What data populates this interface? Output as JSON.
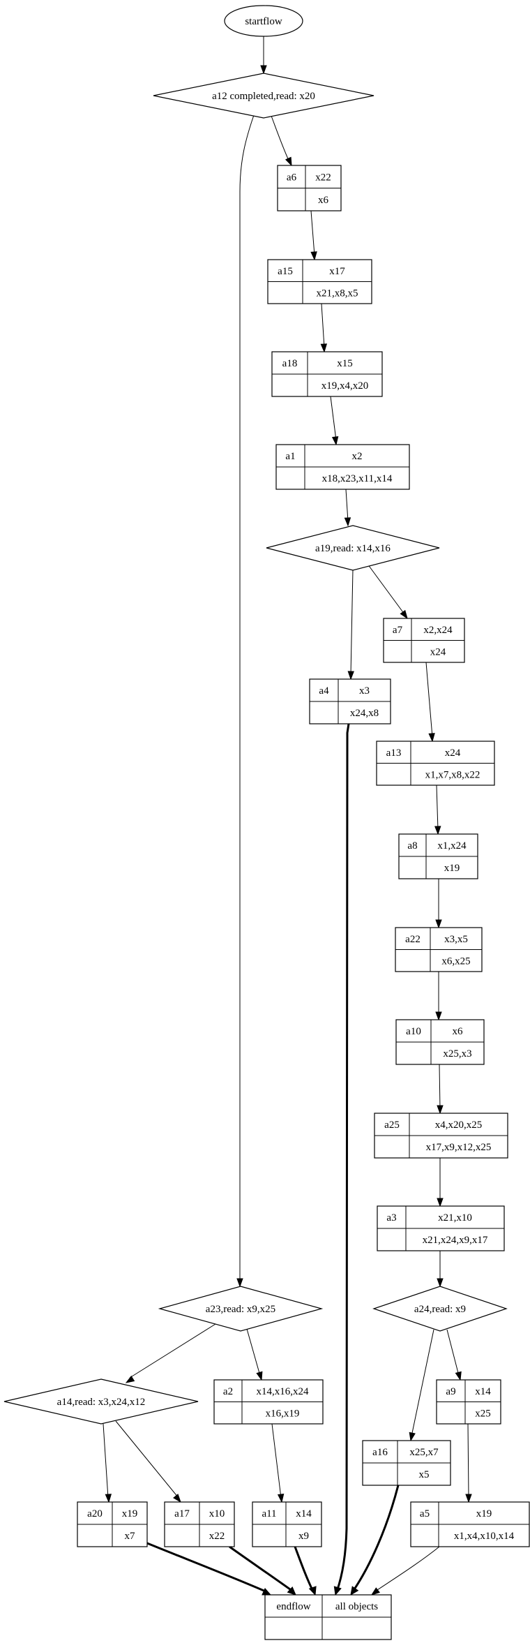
{
  "diagram": {
    "type": "flowchart",
    "start": {
      "id": "startflow",
      "label": "startflow"
    },
    "decisions": [
      {
        "id": "d_a12",
        "label": "a12 completed,read: x20"
      },
      {
        "id": "d_a19",
        "label": "a19,read: x14,x16"
      },
      {
        "id": "d_a24",
        "label": "a24,read: x9"
      },
      {
        "id": "d_a23",
        "label": "a23,read: x9,x25"
      },
      {
        "id": "d_a14",
        "label": "a14,read: x3,x24,x12"
      }
    ],
    "records": [
      {
        "id": "a6",
        "name": "a6",
        "top": "x22",
        "bottom": "x6"
      },
      {
        "id": "a15",
        "name": "a15",
        "top": "x17",
        "bottom": "x21,x8,x5"
      },
      {
        "id": "a18",
        "name": "a18",
        "top": "x15",
        "bottom": "x19,x4,x20"
      },
      {
        "id": "a1",
        "name": "a1",
        "top": "x2",
        "bottom": "x18,x23,x11,x14"
      },
      {
        "id": "a7",
        "name": "a7",
        "top": "x2,x24",
        "bottom": "x24"
      },
      {
        "id": "a4",
        "name": "a4",
        "top": "x3",
        "bottom": "x24,x8"
      },
      {
        "id": "a13",
        "name": "a13",
        "top": "x24",
        "bottom": "x1,x7,x8,x22"
      },
      {
        "id": "a8",
        "name": "a8",
        "top": "x1,x24",
        "bottom": "x19"
      },
      {
        "id": "a22",
        "name": "a22",
        "top": "x3,x5",
        "bottom": "x6,x25"
      },
      {
        "id": "a10",
        "name": "a10",
        "top": "x6",
        "bottom": "x25,x3"
      },
      {
        "id": "a25",
        "name": "a25",
        "top": "x4,x20,x25",
        "bottom": "x17,x9,x12,x25"
      },
      {
        "id": "a3",
        "name": "a3",
        "top": "x21,x10",
        "bottom": "x21,x24,x9,x17"
      },
      {
        "id": "a9",
        "name": "a9",
        "top": "x14",
        "bottom": "x25"
      },
      {
        "id": "a16",
        "name": "a16",
        "top": "x25,x7",
        "bottom": "x5"
      },
      {
        "id": "a5",
        "name": "a5",
        "top": "x19",
        "bottom": "x1,x4,x10,x14"
      },
      {
        "id": "a2",
        "name": "a2",
        "top": "x14,x16,x24",
        "bottom": "x16,x19"
      },
      {
        "id": "a20",
        "name": "a20",
        "top": "x19",
        "bottom": "x7"
      },
      {
        "id": "a17",
        "name": "a17",
        "top": "x10",
        "bottom": "x22"
      },
      {
        "id": "a11",
        "name": "a11",
        "top": "x14",
        "bottom": "x9"
      }
    ],
    "end": {
      "id": "endflow",
      "name": "endflow",
      "top": "all objects",
      "bottom": ""
    },
    "edges": [
      {
        "from": "startflow",
        "to": "d_a12",
        "style": "normal"
      },
      {
        "from": "d_a12",
        "to": "a6",
        "style": "normal"
      },
      {
        "from": "d_a12",
        "to": "d_a23",
        "style": "normal"
      },
      {
        "from": "a6",
        "to": "a15",
        "style": "normal"
      },
      {
        "from": "a15",
        "to": "a18",
        "style": "normal"
      },
      {
        "from": "a18",
        "to": "a1",
        "style": "normal"
      },
      {
        "from": "a1",
        "to": "d_a19",
        "style": "normal"
      },
      {
        "from": "d_a19",
        "to": "a4",
        "style": "normal"
      },
      {
        "from": "d_a19",
        "to": "a7",
        "style": "normal"
      },
      {
        "from": "a7",
        "to": "a13",
        "style": "normal"
      },
      {
        "from": "a13",
        "to": "a8",
        "style": "normal"
      },
      {
        "from": "a8",
        "to": "a22",
        "style": "normal"
      },
      {
        "from": "a22",
        "to": "a10",
        "style": "normal"
      },
      {
        "from": "a10",
        "to": "a25",
        "style": "normal"
      },
      {
        "from": "a25",
        "to": "a3",
        "style": "normal"
      },
      {
        "from": "a3",
        "to": "d_a24",
        "style": "normal"
      },
      {
        "from": "d_a24",
        "to": "a16",
        "style": "normal"
      },
      {
        "from": "d_a24",
        "to": "a9",
        "style": "normal"
      },
      {
        "from": "a9",
        "to": "a5",
        "style": "normal"
      },
      {
        "from": "d_a23",
        "to": "d_a14",
        "style": "normal"
      },
      {
        "from": "d_a23",
        "to": "a2",
        "style": "normal"
      },
      {
        "from": "a2",
        "to": "a11",
        "style": "normal"
      },
      {
        "from": "d_a14",
        "to": "a20",
        "style": "normal"
      },
      {
        "from": "d_a14",
        "to": "a17",
        "style": "normal"
      },
      {
        "from": "a20",
        "to": "endflow",
        "style": "bold"
      },
      {
        "from": "a17",
        "to": "endflow",
        "style": "bold"
      },
      {
        "from": "a11",
        "to": "endflow",
        "style": "bold"
      },
      {
        "from": "a4",
        "to": "endflow",
        "style": "bold"
      },
      {
        "from": "a16",
        "to": "endflow",
        "style": "bold"
      },
      {
        "from": "a5",
        "to": "endflow",
        "style": "normal"
      }
    ]
  }
}
